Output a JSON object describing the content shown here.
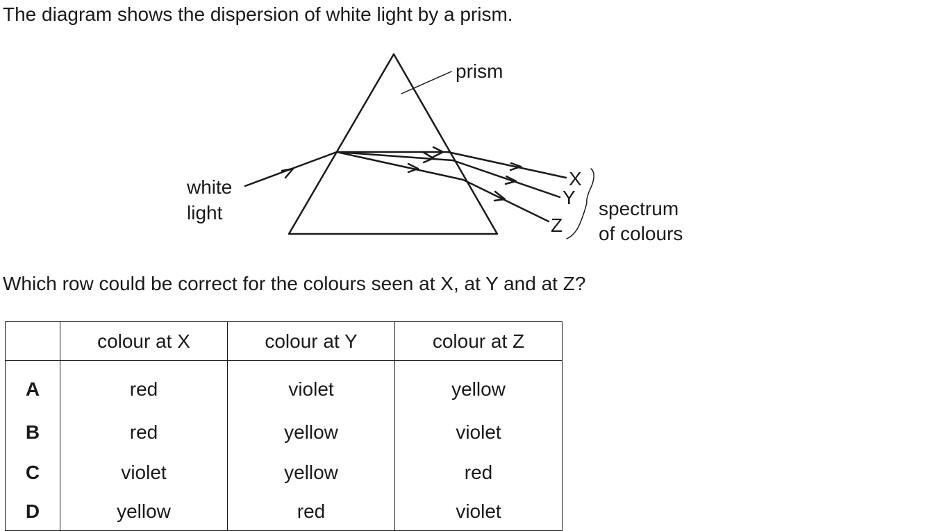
{
  "intro": "The diagram shows the dispersion of white light by a prism.",
  "diagram": {
    "label_prism": "prism",
    "label_white_line1": "white",
    "label_white_line2": "light",
    "label_x": "X",
    "label_y": "Y",
    "label_z": "Z",
    "label_spectrum_line1": "spectrum",
    "label_spectrum_line2": "of colours"
  },
  "question": "Which row could be correct for the colours seen at X, at Y and at Z?",
  "table": {
    "headers": [
      "",
      "colour at X",
      "colour at Y",
      "colour at Z"
    ],
    "rows": [
      {
        "key": "A",
        "x": "red",
        "y": "violet",
        "z": "yellow"
      },
      {
        "key": "B",
        "x": "red",
        "y": "yellow",
        "z": "violet"
      },
      {
        "key": "C",
        "x": "violet",
        "y": "yellow",
        "z": "red"
      },
      {
        "key": "D",
        "x": "yellow",
        "y": "red",
        "z": "violet"
      }
    ]
  }
}
